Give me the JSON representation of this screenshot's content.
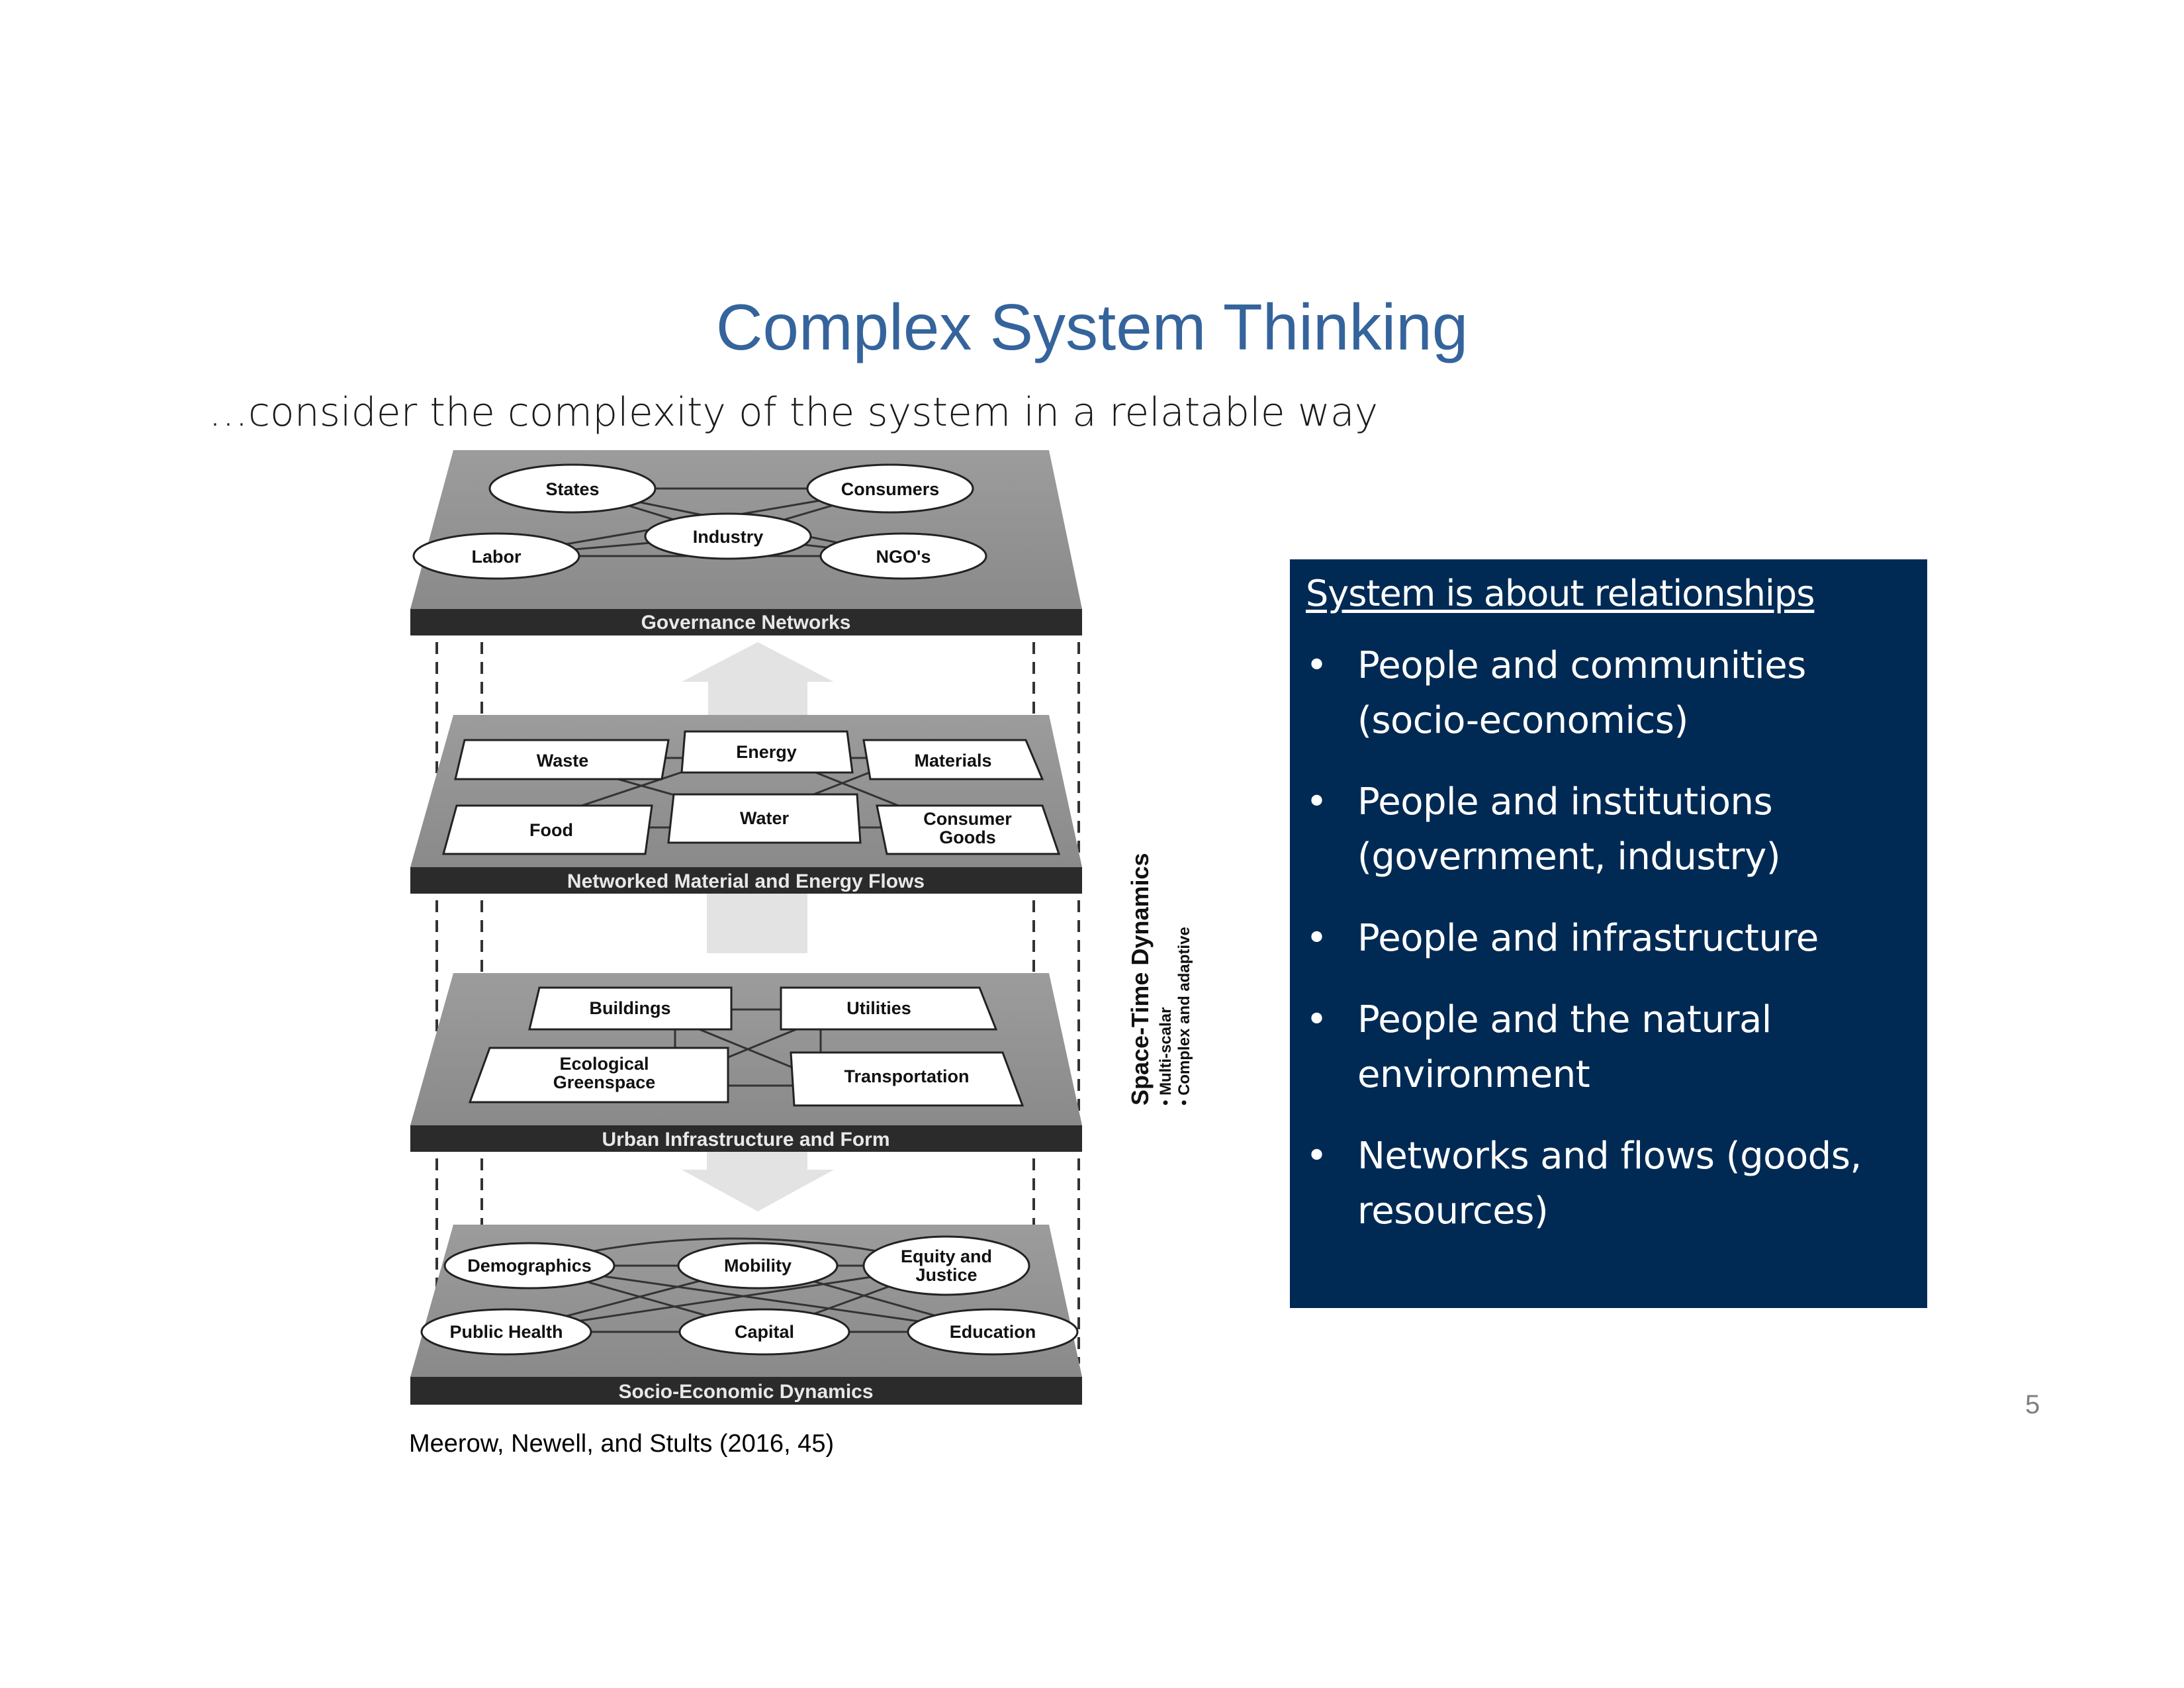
{
  "slide": {
    "title": "Complex System Thinking",
    "subtitle": "…consider the complexity of the system in a relatable way",
    "citation": "Meerow, Newell, and Stults (2016, 45)",
    "page_number": "5"
  },
  "diagram": {
    "side_label": "Space-Time Dynamics",
    "side_notes": [
      "• Multi-scalar",
      "• Complex and adaptive"
    ],
    "layers": [
      {
        "name": "Governance Networks",
        "nodes": [
          "States",
          "Consumers",
          "Industry",
          "Labor",
          "NGO's"
        ]
      },
      {
        "name": "Networked Material and Energy Flows",
        "nodes": [
          "Waste",
          "Energy",
          "Materials",
          "Food",
          "Water",
          "Consumer",
          "Goods"
        ]
      },
      {
        "name": "Urban Infrastructure and Form",
        "nodes": [
          "Buildings",
          "Utilities",
          "Ecological",
          "Greenspace",
          "Transportation"
        ]
      },
      {
        "name": "Socio-Economic Dynamics",
        "nodes": [
          "Demographics",
          "Mobility",
          "Equity and",
          "Justice",
          "Public Health",
          "Capital",
          "Education"
        ]
      }
    ]
  },
  "info_box": {
    "heading": "System is about relationships",
    "bullet_symbol": "•",
    "items": [
      {
        "line1": "People and communities",
        "line2": "(socio-economics)"
      },
      {
        "line1": "People and institutions",
        "line2": "(government, industry)"
      },
      {
        "line1": "People and infrastructure",
        "line2": ""
      },
      {
        "line1": "People and the natural",
        "line2": "environment"
      },
      {
        "line1": "Networks and flows (goods,",
        "line2": "resources)"
      }
    ]
  },
  "colors": {
    "title": "#35649c",
    "box_background": "#002a54",
    "layer_gray": "#8f8f8f",
    "band_dark": "#2b2b2b"
  }
}
